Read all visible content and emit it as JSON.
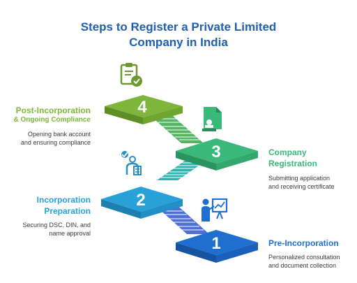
{
  "title_line1": "Steps to Register a Private Limited",
  "title_line2": "Company in India",
  "steps": [
    {
      "number": "1",
      "title_line1": "Pre-Incorporation",
      "title_line2": "",
      "desc_line1": "Personalized consultation",
      "desc_line2": "and document collection",
      "color": "#1f6fd1",
      "icon": "presentation-icon"
    },
    {
      "number": "2",
      "title_line1": "Incorporation",
      "title_line2": "Preparation",
      "desc_line1": "Securing DSC, DIN, and",
      "desc_line2": "name approval",
      "color": "#2aa0d8",
      "icon": "checklist-person-icon"
    },
    {
      "number": "3",
      "title_line1": "Company",
      "title_line2": "Registration",
      "desc_line1": "Submitting application",
      "desc_line2": "and receiving certificate",
      "color": "#3ab97a",
      "icon": "document-stamp-icon"
    },
    {
      "number": "4",
      "title_line1": "Post-Incorporation",
      "title_line2": "& Ongoing Compliance",
      "desc_line1": "Opening bank account",
      "desc_line2": "and ensuring compliance",
      "color": "#7db63a",
      "icon": "clipboard-check-icon"
    }
  ]
}
